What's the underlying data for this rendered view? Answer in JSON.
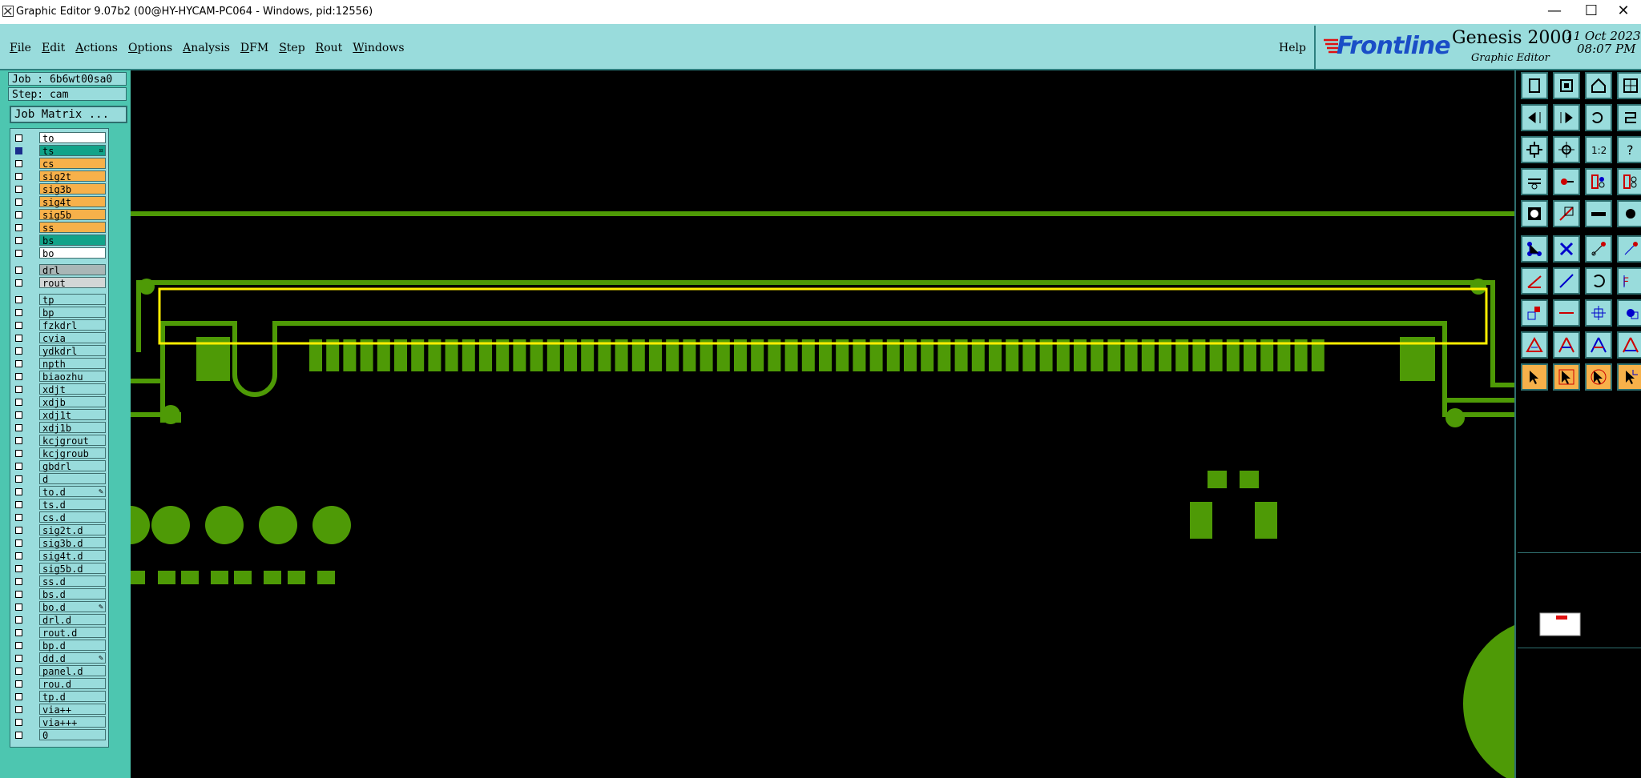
{
  "window": {
    "title": "Graphic Editor 9.07b2 (00@HY-HYCAM-PC064 - Windows, pid:12556)",
    "minimize": "—",
    "maximize": "☐",
    "close": "✕"
  },
  "menu": {
    "items": [
      "File",
      "Edit",
      "Actions",
      "Options",
      "Analysis",
      "DFM",
      "Step",
      "Rout",
      "Windows"
    ],
    "help": "Help"
  },
  "brand": {
    "logo_text": "Frontline",
    "product": "Genesis 2000",
    "subtitle": "Graphic Editor",
    "date": "11 Oct 2023",
    "time": "08:07 PM"
  },
  "job": {
    "job_label": "Job : 6b6wt00sa0",
    "step_label": "Step: cam",
    "matrix_button": "Job Matrix ..."
  },
  "layers": [
    {
      "name": "to",
      "color": "#ffffff",
      "checked": false,
      "mark": ""
    },
    {
      "name": "ts",
      "color": "#12a389",
      "checked": true,
      "mark": "¤"
    },
    {
      "name": "cs",
      "color": "#f7b14a",
      "checked": false,
      "mark": ""
    },
    {
      "name": "sig2t",
      "color": "#f7b14a",
      "checked": false,
      "mark": ""
    },
    {
      "name": "sig3b",
      "color": "#f7b14a",
      "checked": false,
      "mark": ""
    },
    {
      "name": "sig4t",
      "color": "#f7b14a",
      "checked": false,
      "mark": ""
    },
    {
      "name": "sig5b",
      "color": "#f7b14a",
      "checked": false,
      "mark": ""
    },
    {
      "name": "ss",
      "color": "#f7b14a",
      "checked": false,
      "mark": ""
    },
    {
      "name": "bs",
      "color": "#12a389",
      "checked": false,
      "mark": ""
    },
    {
      "name": "bo",
      "color": "#ffffff",
      "checked": false,
      "mark": ""
    },
    {
      "name": "drl",
      "color": "#a9b6b6",
      "checked": false,
      "mark": ""
    },
    {
      "name": "rout",
      "color": "#d2d6d6",
      "checked": false,
      "mark": ""
    },
    {
      "name": "tp",
      "color": "#99dcdc",
      "checked": false,
      "mark": ""
    },
    {
      "name": "bp",
      "color": "#99dcdc",
      "checked": false,
      "mark": ""
    },
    {
      "name": "fzkdrl",
      "color": "#99dcdc",
      "checked": false,
      "mark": ""
    },
    {
      "name": "cvia",
      "color": "#99dcdc",
      "checked": false,
      "mark": ""
    },
    {
      "name": "ydkdrl",
      "color": "#99dcdc",
      "checked": false,
      "mark": ""
    },
    {
      "name": "npth",
      "color": "#99dcdc",
      "checked": false,
      "mark": ""
    },
    {
      "name": "biaozhu",
      "color": "#99dcdc",
      "checked": false,
      "mark": ""
    },
    {
      "name": "xdjt",
      "color": "#99dcdc",
      "checked": false,
      "mark": ""
    },
    {
      "name": "xdjb",
      "color": "#99dcdc",
      "checked": false,
      "mark": ""
    },
    {
      "name": "xdj1t",
      "color": "#99dcdc",
      "checked": false,
      "mark": ""
    },
    {
      "name": "xdj1b",
      "color": "#99dcdc",
      "checked": false,
      "mark": ""
    },
    {
      "name": "kcjgrout",
      "color": "#99dcdc",
      "checked": false,
      "mark": ""
    },
    {
      "name": "kcjgroub",
      "color": "#99dcdc",
      "checked": false,
      "mark": ""
    },
    {
      "name": "gbdrl",
      "color": "#99dcdc",
      "checked": false,
      "mark": ""
    },
    {
      "name": "d",
      "color": "#99dcdc",
      "checked": false,
      "mark": ""
    },
    {
      "name": "to.d",
      "color": "#99dcdc",
      "checked": false,
      "mark": "✎"
    },
    {
      "name": "ts.d",
      "color": "#99dcdc",
      "checked": false,
      "mark": ""
    },
    {
      "name": "cs.d",
      "color": "#99dcdc",
      "checked": false,
      "mark": ""
    },
    {
      "name": "sig2t.d",
      "color": "#99dcdc",
      "checked": false,
      "mark": ""
    },
    {
      "name": "sig3b.d",
      "color": "#99dcdc",
      "checked": false,
      "mark": ""
    },
    {
      "name": "sig4t.d",
      "color": "#99dcdc",
      "checked": false,
      "mark": ""
    },
    {
      "name": "sig5b.d",
      "color": "#99dcdc",
      "checked": false,
      "mark": ""
    },
    {
      "name": "ss.d",
      "color": "#99dcdc",
      "checked": false,
      "mark": ""
    },
    {
      "name": "bs.d",
      "color": "#99dcdc",
      "checked": false,
      "mark": ""
    },
    {
      "name": "bo.d",
      "color": "#99dcdc",
      "checked": false,
      "mark": "✎"
    },
    {
      "name": "drl.d",
      "color": "#99dcdc",
      "checked": false,
      "mark": ""
    },
    {
      "name": "rout.d",
      "color": "#99dcdc",
      "checked": false,
      "mark": ""
    },
    {
      "name": "bp.d",
      "color": "#99dcdc",
      "checked": false,
      "mark": ""
    },
    {
      "name": "dd.d",
      "color": "#99dcdc",
      "checked": false,
      "mark": "✎"
    },
    {
      "name": "panel.d",
      "color": "#99dcdc",
      "checked": false,
      "mark": ""
    },
    {
      "name": "rou.d",
      "color": "#99dcdc",
      "checked": false,
      "mark": ""
    },
    {
      "name": "tp.d",
      "color": "#99dcdc",
      "checked": false,
      "mark": ""
    },
    {
      "name": "via++",
      "color": "#99dcdc",
      "checked": false,
      "mark": ""
    },
    {
      "name": "via+++",
      "color": "#99dcdc",
      "checked": false,
      "mark": ""
    },
    {
      "name": "0",
      "color": "#99dcdc",
      "checked": false,
      "mark": ""
    }
  ],
  "colors": {
    "panel": "#99dcdc",
    "panel_dark": "#4dc6b0",
    "canvas_bg": "#000000",
    "feature": "#4e9a06",
    "highlight": "#ffee00",
    "tool_orange": "#f7b14a"
  },
  "tools": [
    "zoom-home-icon",
    "zoom-in-area-icon",
    "zoom-house-icon",
    "zoom-split-icon",
    "pan-left-icon",
    "pan-right-icon",
    "undo-zoom-icon",
    "mirror-icon",
    "fit-icon",
    "center-icon",
    "ratio-1-2-icon",
    "help-query-icon",
    "snap-icon",
    "measure-icon",
    "layer-compare-icon",
    "layer-compare-2-icon",
    "pad-icon",
    "transform-icon",
    "line-pattern-icon",
    "dot-icon",
    "net-icon",
    "cross-icon",
    "connect-icon",
    "route-icon",
    "angle-icon",
    "line-icon",
    "arc-icon",
    "feature-f-icon",
    "select-box-icon",
    "minus-line-icon",
    "center-pad-icon",
    "group-icon",
    "triangle-icon",
    "triangle-a-icon",
    "triangle-a2-icon",
    "triangle-a3-icon",
    "pointer-icon",
    "pointer-select-icon",
    "pointer-drag-icon",
    "pointer-route-icon"
  ]
}
